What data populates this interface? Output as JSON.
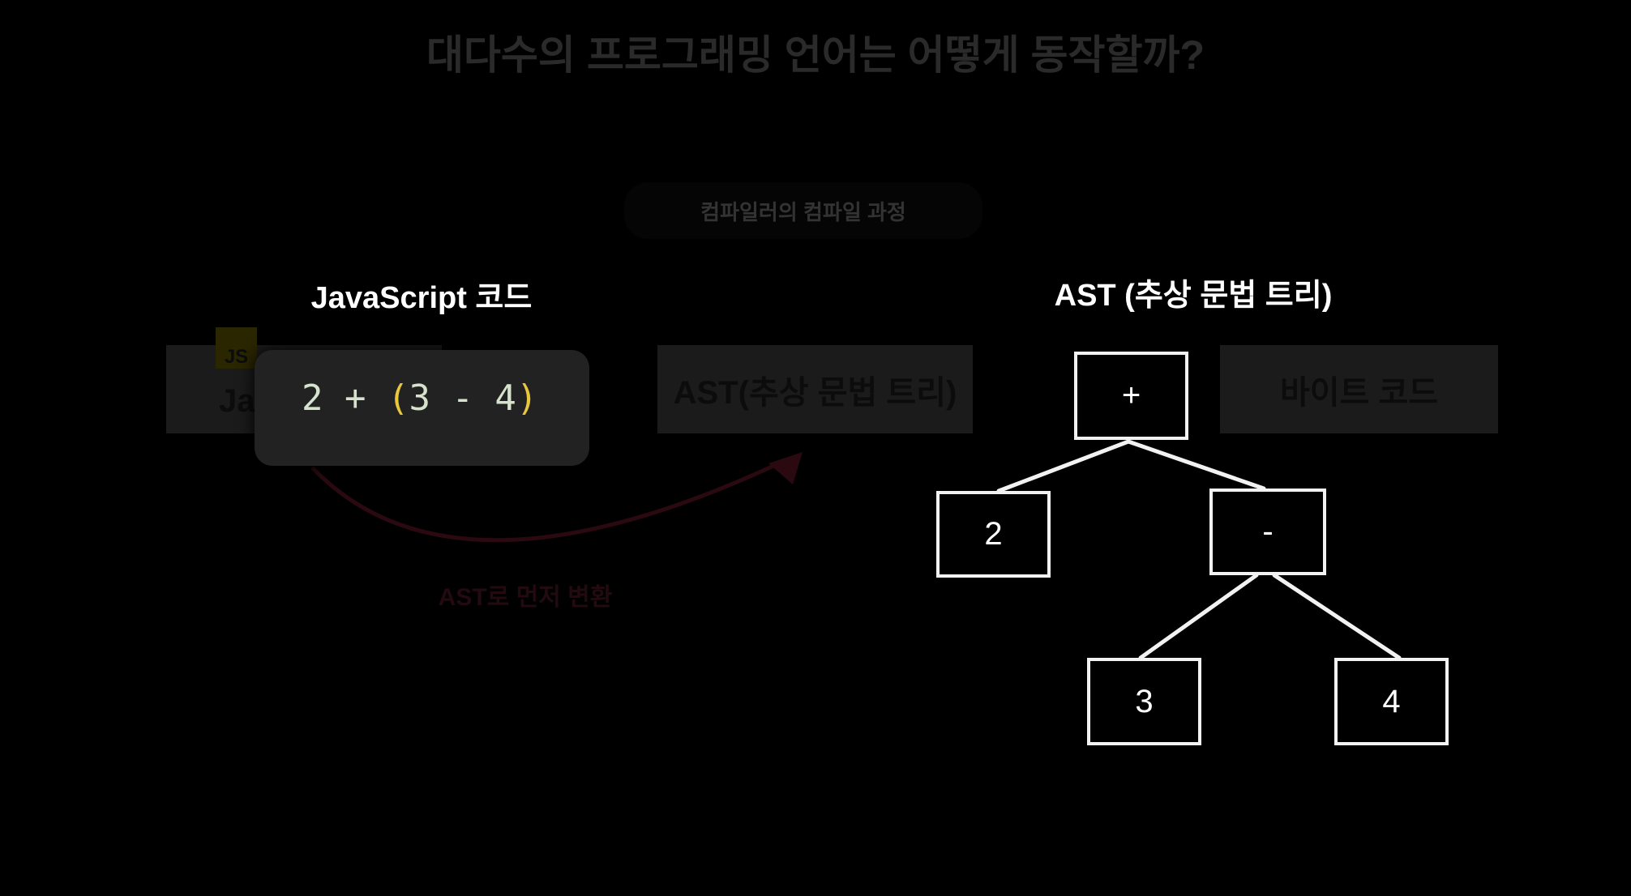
{
  "title": "대다수의 프로그래밍 언어는 어떻게 동작할까?",
  "subtitle": "컴파일러의 컴파일 과정",
  "left_heading": "JavaScript 코드",
  "js_badge": "JS",
  "js_box_label": "Ja",
  "code": {
    "a": "2 + ",
    "open": "(",
    "b": "3 - 4",
    "close": ")"
  },
  "ast_box_label": "AST(추상 문법 트리)",
  "bytecode_box_label": "바이트 코드",
  "arrow_label": "AST로 먼저 변환",
  "right_heading": "AST (추상 문법 트리)",
  "tree": {
    "root": "+",
    "left": "2",
    "right": "-",
    "right_left": "3",
    "right_right": "4"
  },
  "colors": {
    "code_text": "#d6e2cc",
    "paren": "#e8c83a",
    "arrow": "#2a0a10",
    "node_border": "#f2f2f2"
  }
}
